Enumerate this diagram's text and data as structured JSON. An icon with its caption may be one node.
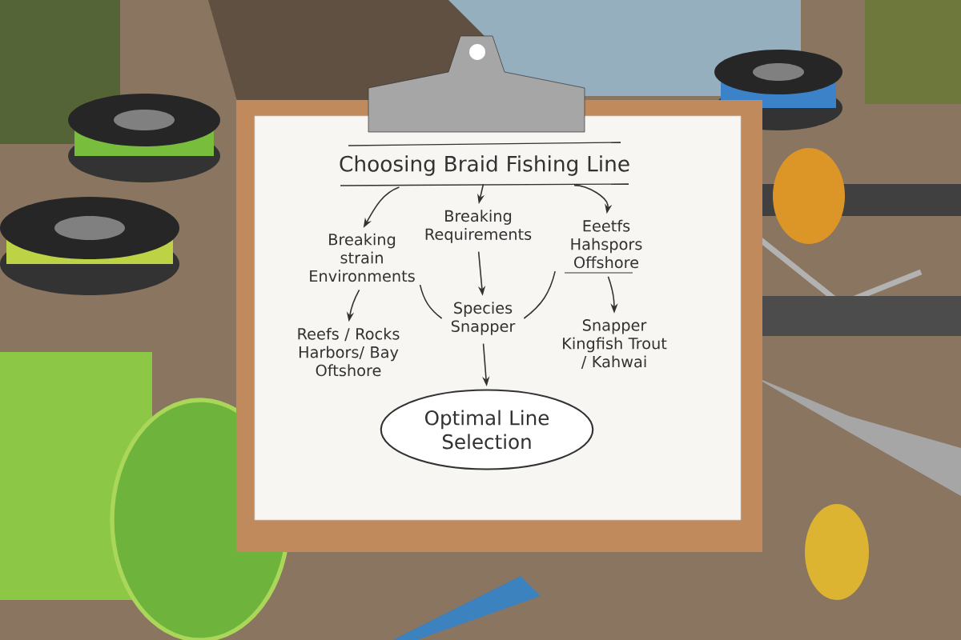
{
  "diagram": {
    "nodes": [
      {
        "text": [
          "Choosing Braid Fishing Line"
        ]
      },
      {
        "text": [
          "Breaking strain Environments"
        ]
      },
      {
        "text": [
          "Breaking Requirements"
        ]
      },
      {
        "text": [
          "Eeetfs Hahspors Offshore"
        ]
      },
      {
        "text": [
          "Reefs / Rocks Harbors/ Bay Oftshore"
        ]
      },
      {
        "text": [
          "Species Snapper"
        ]
      },
      {
        "text": [
          "Snapper Kingfish Trout / Kahwai"
        ]
      },
      {
        "text": [
          "Optimal Line Selection"
        ]
      }
    ],
    "edges": [
      {
        "from": 0,
        "to": 1,
        "arrow": "to"
      },
      {
        "from": 0,
        "to": 2,
        "arrow": "to"
      },
      {
        "from": 0,
        "to": 3,
        "arrow": "to"
      },
      {
        "from": 1,
        "to": 4,
        "arrow": "to"
      },
      {
        "from": 2,
        "to": 5,
        "arrow": "to"
      },
      {
        "from": 1,
        "to": 5,
        "arrow": "none"
      },
      {
        "from": 3,
        "to": 5,
        "arrow": "none"
      },
      {
        "from": 3,
        "to": 6,
        "arrow": "to"
      },
      {
        "from": 5,
        "to": 7,
        "arrow": "to"
      }
    ]
  }
}
